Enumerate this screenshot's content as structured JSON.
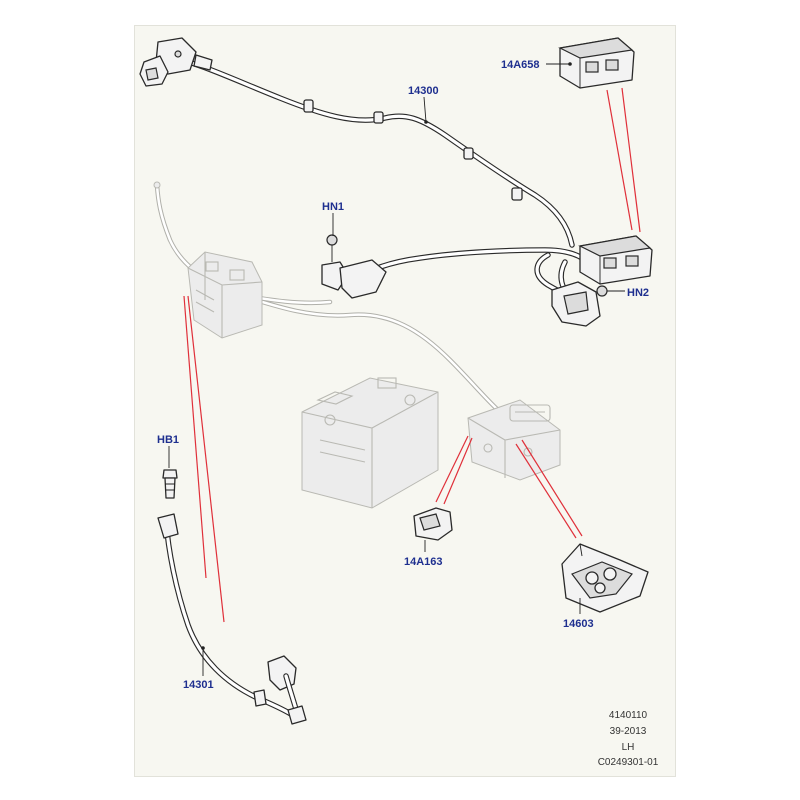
{
  "callouts": {
    "c14A658": "14A658",
    "c14300": "14300",
    "cHN1": "HN1",
    "cHN2": "HN2",
    "cHB1": "HB1",
    "c14A163": "14A163",
    "c14603": "14603",
    "c14301": "14301"
  },
  "info": {
    "line1": "4140110",
    "line2": "39-2013",
    "line3": "LH",
    "line4": "C0249301-01"
  },
  "colors": {
    "callout_text": "#1e2f8f",
    "reference_line": "#e0303a",
    "part_outline": "#2a2a2a",
    "ghost_outline": "#b9b9b3"
  }
}
